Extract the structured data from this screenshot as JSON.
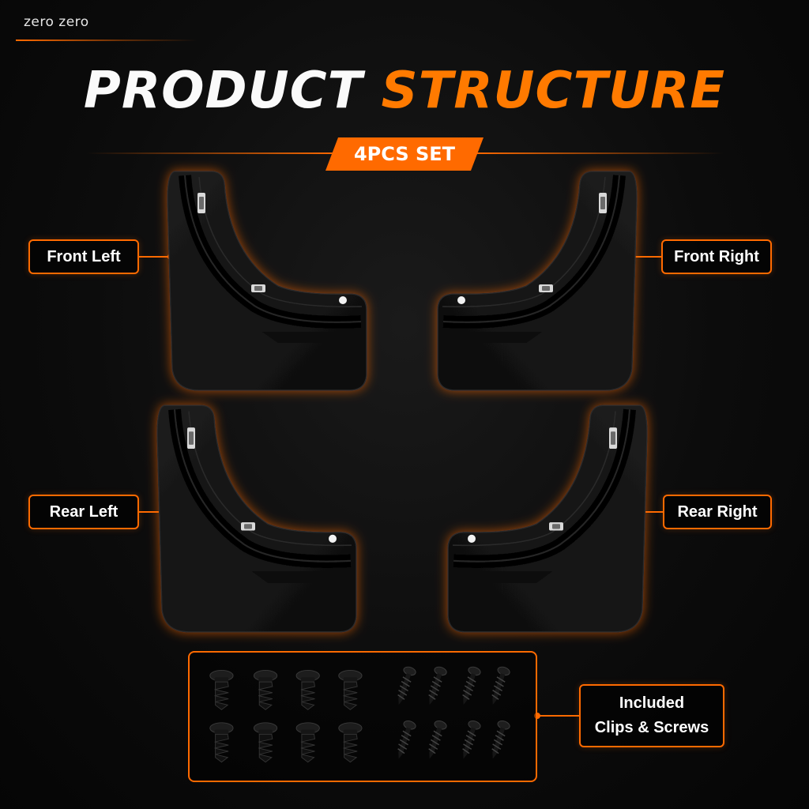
{
  "brand": "zero zero",
  "title": {
    "word1": "PRODUCT",
    "word2": "STRUCTURE"
  },
  "badge": "4PCS SET",
  "labels": {
    "front_left": "Front Left",
    "front_right": "Front Right",
    "rear_left": "Rear Left",
    "rear_right": "Rear Right",
    "hardware_line1": "Included",
    "hardware_line2": "Clips & Screws"
  },
  "colors": {
    "accent": "#ff6a00",
    "background": "#0c0c0c",
    "flap": "#141414"
  },
  "hardware": {
    "clips_count": 8,
    "screws_count": 8
  }
}
